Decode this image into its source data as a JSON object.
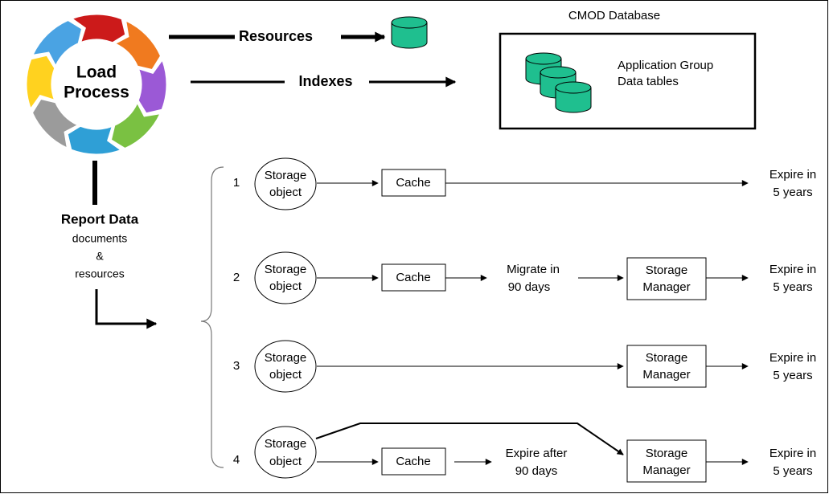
{
  "load_process": {
    "label_line1": "Load",
    "label_line2": "Process",
    "ring_colors": [
      "#cc1a1a",
      "#f07a1f",
      "#9b59d6",
      "#7ac142",
      "#2f9fd6",
      "#9b9b9b",
      "#ffd21f",
      "#4aa3e3"
    ]
  },
  "top_flows": {
    "resources_label": "Resources",
    "indexes_label": "Indexes"
  },
  "database": {
    "title": "CMOD Database",
    "table_label_line1": "Application Group",
    "table_label_line2": "Data tables",
    "cylinder_color": "#1fbf8f"
  },
  "report_data": {
    "title": "Report Data",
    "line1": "documents",
    "line2": "&",
    "line3": "resources"
  },
  "paths": [
    {
      "number": "1",
      "object_line1": "Storage",
      "object_line2": "object",
      "cache_label": "Cache",
      "expire_line1": "Expire in",
      "expire_line2": "5 years"
    },
    {
      "number": "2",
      "object_line1": "Storage",
      "object_line2": "object",
      "cache_label": "Cache",
      "migrate_line1": "Migrate in",
      "migrate_line2": "90 days",
      "manager_line1": "Storage",
      "manager_line2": "Manager",
      "expire_line1": "Expire in",
      "expire_line2": "5 years"
    },
    {
      "number": "3",
      "object_line1": "Storage",
      "object_line2": "object",
      "manager_line1": "Storage",
      "manager_line2": "Manager",
      "expire_line1": "Expire in",
      "expire_line2": "5 years"
    },
    {
      "number": "4",
      "object_line1": "Storage",
      "object_line2": "object",
      "cache_label": "Cache",
      "cache_expire_line1": "Expire after",
      "cache_expire_line2": "90 days",
      "manager_line1": "Storage",
      "manager_line2": "Manager",
      "expire_line1": "Expire in",
      "expire_line2": "5 years"
    }
  ]
}
